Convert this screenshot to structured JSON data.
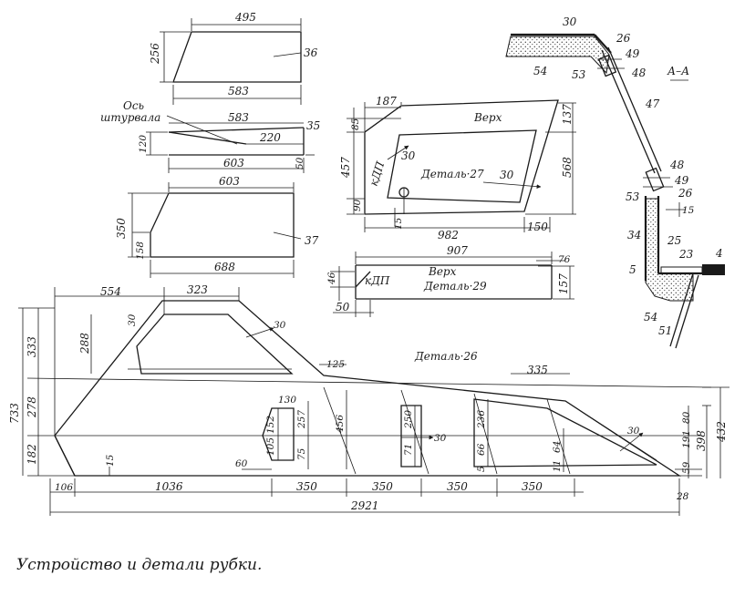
{
  "caption": "Устройство и детали рубки.",
  "details": {
    "d36": "36",
    "d35": "35",
    "d37": "37",
    "d27": "Деталь·27",
    "d29": "Деталь·29",
    "d26": "Деталь·26",
    "verh": "Верх",
    "verh2": "Верх",
    "kdp": "кДП",
    "kdp2": "кДП",
    "os_1": "Ось",
    "os_2": "штурвала",
    "section": "А–А"
  },
  "dims": {
    "p36": {
      "top": "495",
      "left": "256",
      "bottom": "583"
    },
    "p35": {
      "top": "583",
      "mid": "220",
      "left": "120",
      "bottom": "603",
      "right": "50"
    },
    "p37": {
      "top": "603",
      "left": "350",
      "left2": "158",
      "bottom": "688"
    },
    "p27": {
      "top": "187",
      "left85": "85",
      "right137": "137",
      "left457": "457",
      "right568": "568",
      "d30a": "30",
      "d30b": "30",
      "left90": "90",
      "bot15": "15",
      "bottom": "982",
      "right150": "150"
    },
    "p29": {
      "top": "907",
      "right76": "76",
      "left46": "46",
      "right157": "157",
      "left50": "50"
    },
    "p26": {
      "top554": "554",
      "top323": "323",
      "left733": "733",
      "left333": "333",
      "left278": "278",
      "left182": "182",
      "w30a": "30",
      "h288": "288",
      "w30b": "30",
      "top125": "125",
      "top335": "335",
      "w130": "130",
      "h152": "152",
      "h105": "105",
      "w60": "60",
      "h15": "15",
      "h257": "257",
      "h75": "75",
      "h456": "456",
      "h250": "250",
      "h71": "71",
      "w30c": "30",
      "h236": "236",
      "h66": "66",
      "h5": "5",
      "h64": "64",
      "h11": "11",
      "h80": "80",
      "h191": "191",
      "h59": "59",
      "h398": "398",
      "h432": "432",
      "w30d": "30",
      "b106": "106",
      "b1036": "1036",
      "b350a": "350",
      "b350b": "350",
      "b350c": "350",
      "b350d": "350",
      "total": "2921",
      "b28": "28"
    },
    "aa": {
      "n30": "30",
      "n26a": "26",
      "n49a": "49",
      "n48a": "48",
      "n54a": "54",
      "n53a": "53",
      "n47": "47",
      "n48b": "48",
      "n49b": "49",
      "n26b": "26",
      "n53b": "53",
      "n15": "15",
      "n34": "34",
      "n25": "25",
      "n23": "23",
      "n4": "4",
      "n5": "5",
      "n54b": "54",
      "n51": "51"
    }
  }
}
